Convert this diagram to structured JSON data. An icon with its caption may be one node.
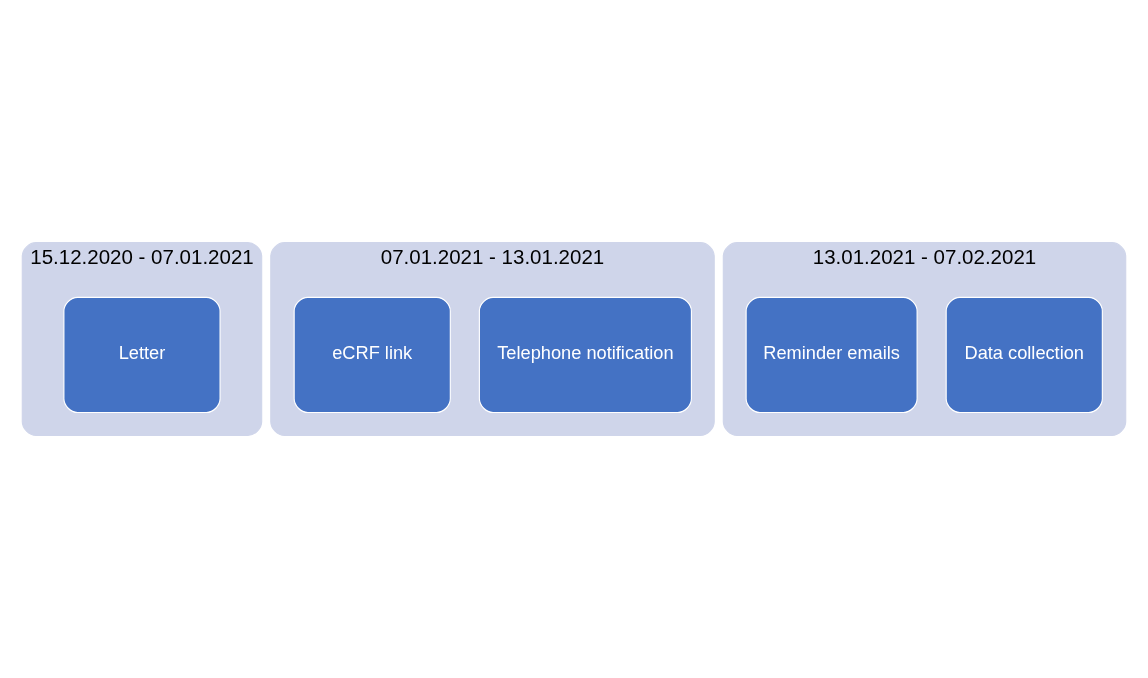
{
  "diagram": {
    "nodes": [
      {
        "text": [
          "15.12.2020 - 07.01.2021"
        ]
      },
      {
        "text": [
          "Letter"
        ],
        "in": 0
      },
      {
        "text": [
          "07.01.2021 - 13.01.2021"
        ]
      },
      {
        "text": [
          "Telephone notification"
        ],
        "in": 2
      },
      {
        "text": [
          "eCRF link"
        ],
        "in": 2
      },
      {
        "text": [
          "13.01.2021 - 07.02.2021"
        ]
      },
      {
        "text": [
          "Data collection"
        ],
        "in": 5
      },
      {
        "text": [
          "Reminder emails"
        ],
        "in": 5
      }
    ]
  }
}
